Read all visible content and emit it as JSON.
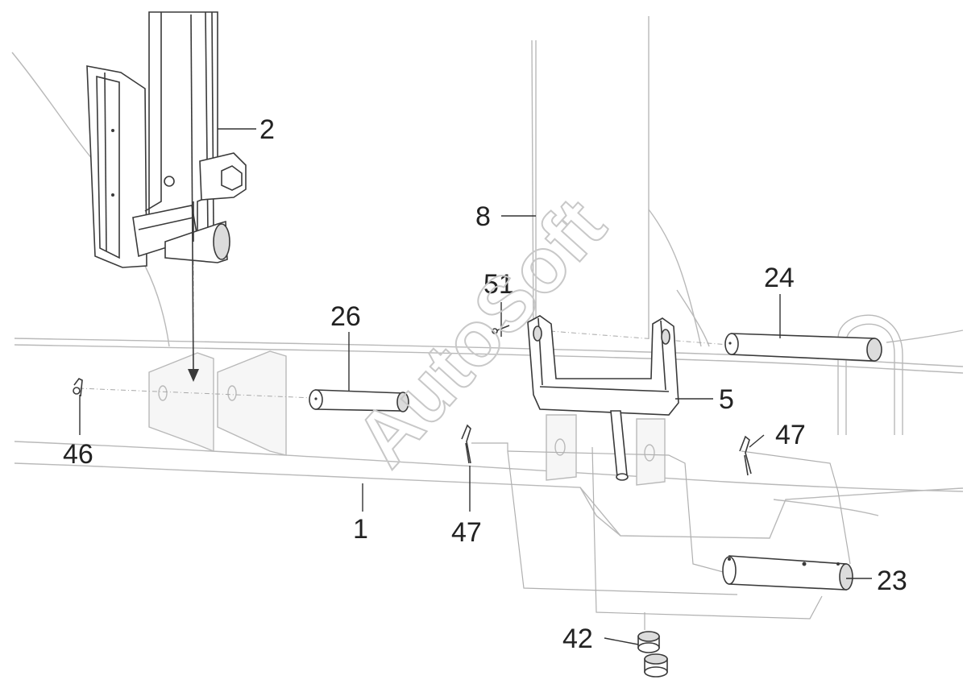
{
  "watermark": "AutoSoft",
  "callouts": {
    "c1": "1",
    "c2": "2",
    "c5": "5",
    "c8": "8",
    "c23": "23",
    "c24": "24",
    "c26": "26",
    "c42": "42",
    "c46": "46",
    "c47a": "47",
    "c47b": "47",
    "c51": "51"
  }
}
